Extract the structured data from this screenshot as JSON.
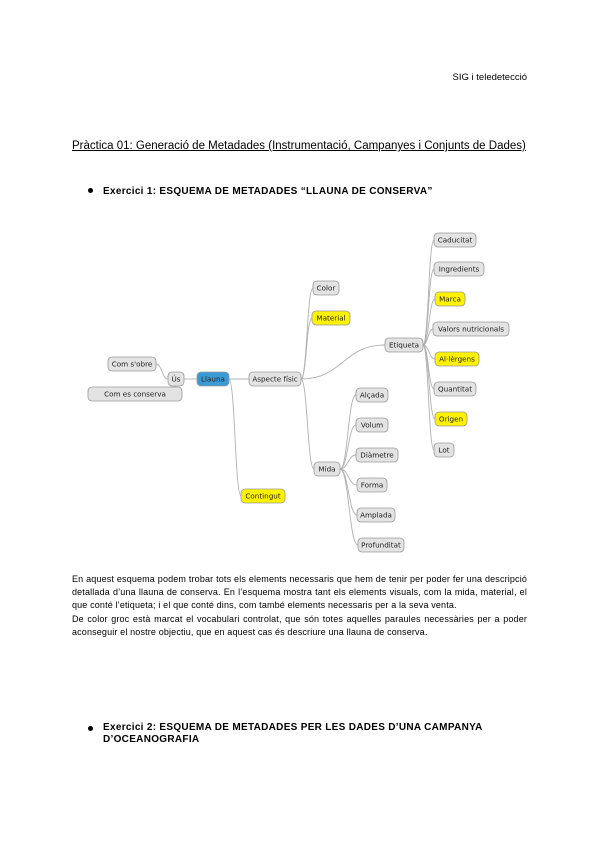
{
  "header": {
    "course": "SIG i teledetecció"
  },
  "title": "Pràctica 01: Generació de Metadades (Instrumentació, Campanyes i Conjunts de Dades)",
  "exercise1": {
    "heading": "Exercici 1: ESQUEMA DE METADADES “LLAUNA DE CONSERVA”"
  },
  "mindmap": {
    "root": "Llauna",
    "colors": {
      "root": "#3a9ad6",
      "controlled": "#fff200",
      "default": "#e3e3e3"
    },
    "nodes": {
      "com_sobre": "Com s'obre",
      "com_es_conserva": "Com es conserva",
      "us": "Ús",
      "aspecte_fisic": "Aspecte físic",
      "color": "Color",
      "material": "Material",
      "etiqueta": "Etiqueta",
      "caducitat": "Caducitat",
      "ingredients": "Ingredients",
      "marca": "Marca",
      "valors": "Valors nutricionals",
      "alergens": "Al·lèrgens",
      "quantitat": "Quantitat",
      "origen": "Origen",
      "lot": "Lot",
      "mida": "Mida",
      "alcada": "Alçada",
      "volum": "Volum",
      "diametre": "Diàmetre",
      "forma": "Forma",
      "amplada": "Amplada",
      "profunditat": "Profunditat",
      "contingut": "Contingut"
    }
  },
  "paragraph": {
    "p1": "En aquest esquema podem trobar tots els elements necessaris que hem de tenir per poder fer una descripció detallada d’una llauna de conserva. En l’esquema mostra tant els elements visuals, com la mida, material, el que conté l’etiqueta; i el que conté dins, com també elements necessaris per a la seva venta.",
    "p2": "De color groc està marcat el vocabulari controlat, que són totes aquelles paraules necessàries per a poder aconseguir el nostre objectiu, que en aquest cas és descriure una llauna de conserva."
  },
  "exercise2": {
    "heading": "Exercici 2: ESQUEMA DE METADADES PER LES DADES D’UNA CAMPANYA D’OCEANOGRAFIA"
  }
}
